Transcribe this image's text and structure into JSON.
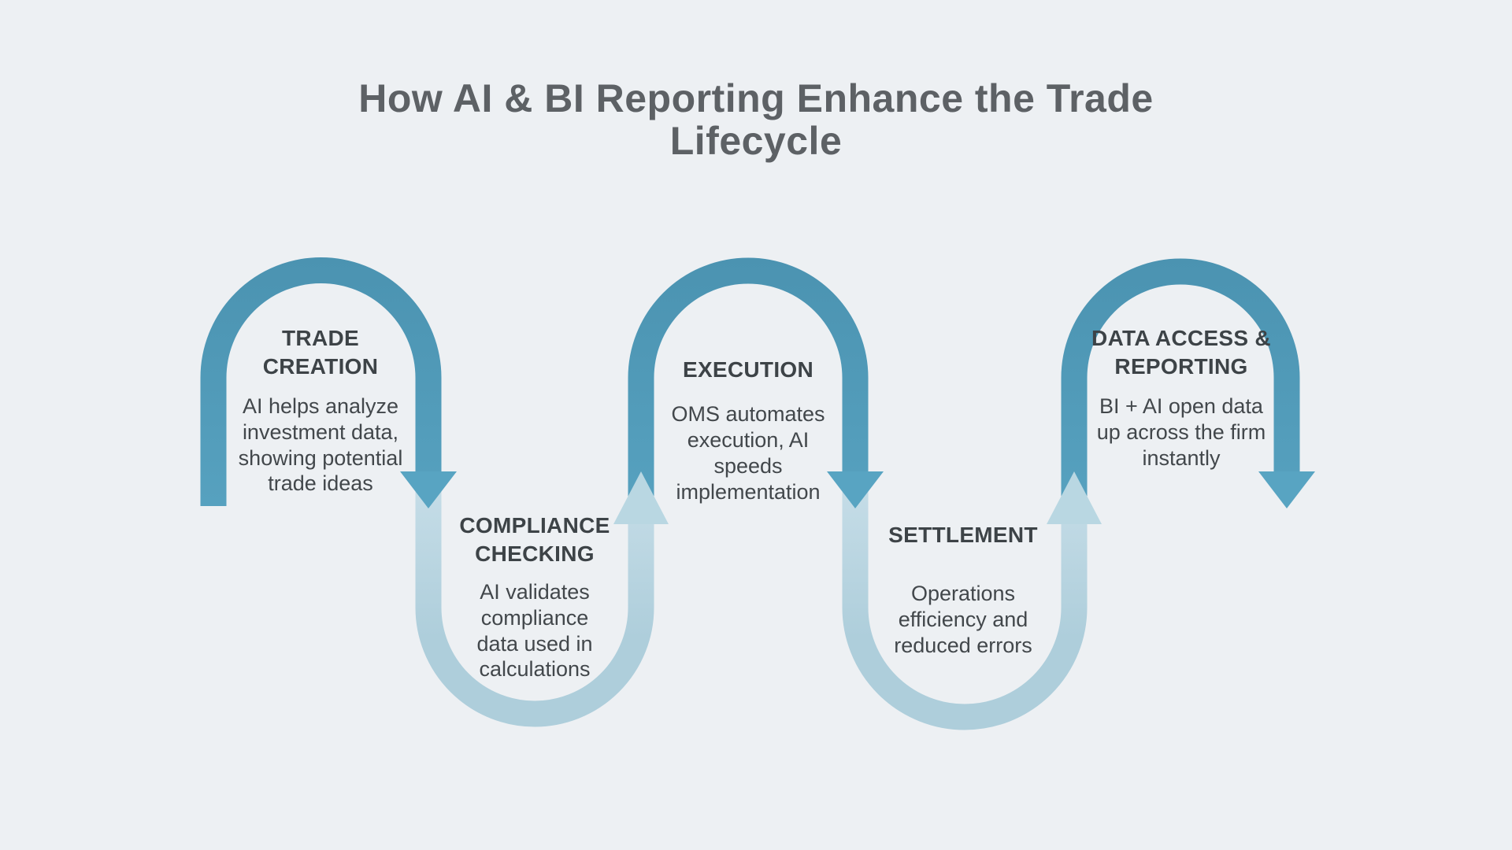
{
  "title": "How AI & BI Reporting Enhance the Trade Lifecycle",
  "stages": [
    {
      "name": "TRADE CREATION",
      "description": "AI helps analyze investment data, showing potential trade ideas",
      "arch": "dark-arch-over"
    },
    {
      "name": "COMPLIANCE CHECKING",
      "description": "AI validates compliance data used in calculations",
      "arch": "light-arch-under"
    },
    {
      "name": "EXECUTION",
      "description": "OMS automates execution, AI speeds implementation",
      "arch": "dark-arch-over"
    },
    {
      "name": "SETTLEMENT",
      "description": "Operations efficiency and reduced errors",
      "arch": "light-arch-under"
    },
    {
      "name": "DATA ACCESS & REPORTING",
      "description": "BI + AI open data up across the firm instantly",
      "arch": "dark-arch-over"
    }
  ],
  "colors": {
    "background": "#edf0f3",
    "arch_dark": "#4b93b1",
    "arch_dark_bottom": "#57a2c0",
    "arrow_dark": "#58a4c2",
    "arch_light": "#aecedb",
    "arch_light_pale": "#c9dfe9",
    "arrow_light": "#b9d7e2",
    "title_text": "#5d6165",
    "heading_text": "#3d4347",
    "body_text": "#42474b"
  }
}
